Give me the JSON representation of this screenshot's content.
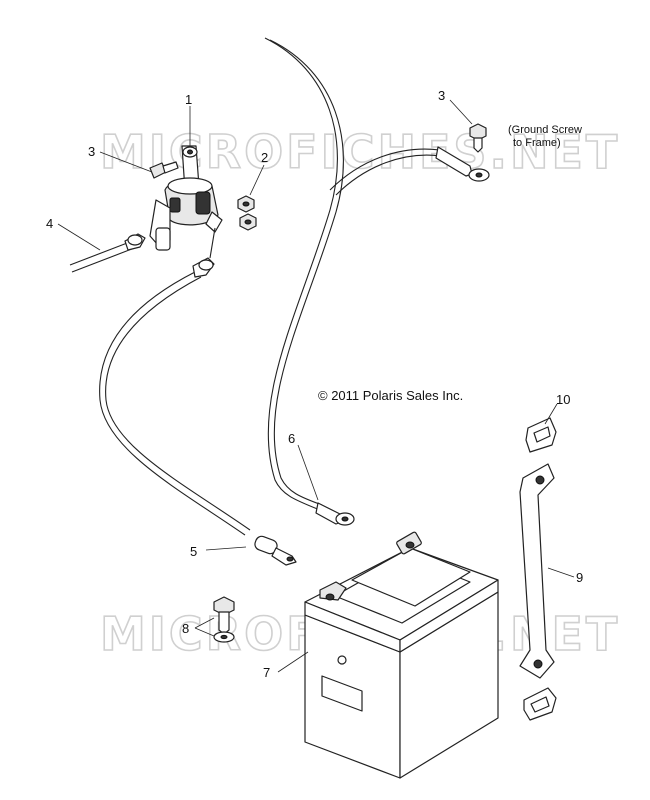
{
  "watermarks": [
    "MICROFICHES.NET",
    "MICROFICHES.NET"
  ],
  "copyright": "© 2011 Polaris Sales Inc.",
  "note": {
    "line1": "(Ground Screw",
    "line2": "to Frame)"
  },
  "callouts": {
    "c1": "1",
    "c2": "2",
    "c3a": "3",
    "c3b": "3",
    "c4": "4",
    "c5": "5",
    "c6": "6",
    "c7": "7",
    "c8": "8",
    "c9": "9",
    "c10": "10"
  }
}
